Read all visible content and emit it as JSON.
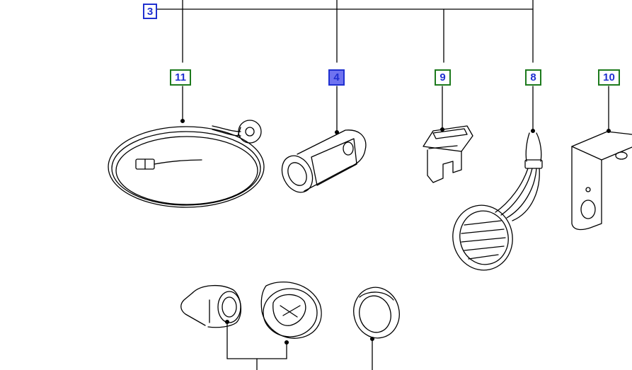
{
  "diagram": {
    "callouts": {
      "c3": "3",
      "c11": "11",
      "c4": "4",
      "c9": "9",
      "c8": "8",
      "c10": "10"
    },
    "selected_callout": "4",
    "colors": {
      "assembly_border": "#1f2fd0",
      "part_border": "#1d7a1d",
      "selected_fill": "#6f73f0",
      "label_text": "#1f2fd0",
      "line": "#000000"
    }
  }
}
